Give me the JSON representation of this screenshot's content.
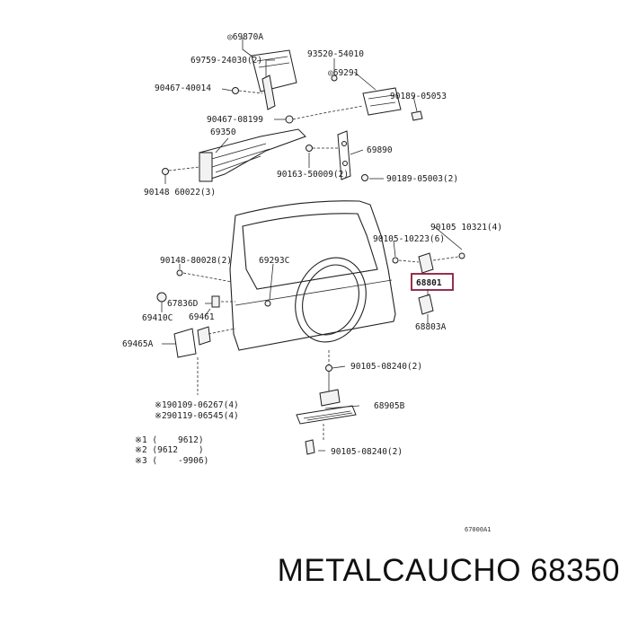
{
  "labels": {
    "l_69870A": "◎69870A",
    "l_69759": "69759-24030(2)",
    "l_93520": "93520-54010",
    "l_69291": "◎69291",
    "l_90467a": "90467-40014",
    "l_90189a": "90189-05053",
    "l_90467b": "90467-08199",
    "l_69350": "69350",
    "l_69890": "69890",
    "l_90163": "90163-50009(2)",
    "l_90189b": "90189-05003(2)",
    "l_90148a": "90148 60022(3)",
    "l_90105a": "90105 10321(4)",
    "l_90105b": "90105-10223(6)",
    "l_90148b": "90148-80028(2)",
    "l_69293C": "69293C",
    "l_68801": "68801",
    "l_67836D": "67836D",
    "l_69461": "69461",
    "l_69410C": "69410C",
    "l_68803A": "68803A",
    "l_69465A": "69465A",
    "l_90105c": "90105-08240(2)",
    "l_90109": "※190109-06267(4)",
    "l_68905B": "68905B",
    "l_90119": "※290119-06545(4)",
    "l_90105d": "90105-08240(2)"
  },
  "notes": {
    "n1": "※1 (    9612)",
    "n2": "※2 (9612    )",
    "n3": "※3 (    -9906)"
  },
  "figure_code": "67000A1",
  "brand_caption": "METALCAUCHO 68350",
  "colors": {
    "highlight_box": "#8b1a3a",
    "line": "#2a2a2a",
    "text": "#1a1a1a"
  }
}
